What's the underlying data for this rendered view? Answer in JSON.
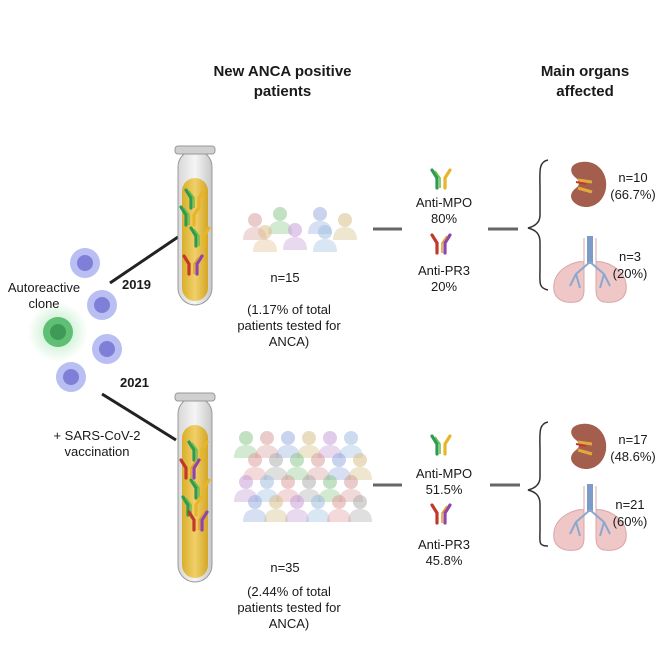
{
  "headers": {
    "new_anca": "New ANCA positive patients",
    "organs": "Main organs affected"
  },
  "left": {
    "clone_label": "Autoreactive clone",
    "vaccination_label": "+ SARS-CoV-2 vaccination"
  },
  "rows": [
    {
      "year": "2019",
      "n": "n=15",
      "pct_text": "(1.17% of total patients tested for ANCA)",
      "mpo_label": "Anti-MPO",
      "mpo_pct": "80%",
      "pr3_label": "Anti-PR3",
      "pr3_pct": "20%",
      "kidney_n": "n=10",
      "kidney_pct": "(66.7%)",
      "lung_n": "n=3",
      "lung_pct": "(20%)"
    },
    {
      "year": "2021",
      "n": "n=35",
      "pct_text": "(2.44% of total patients tested for ANCA)",
      "mpo_label": "Anti-MPO",
      "mpo_pct": "51.5%",
      "pr3_label": "Anti-PR3",
      "pr3_pct": "45.8%",
      "kidney_n": "n=17",
      "kidney_pct": "(48.6%)",
      "lung_n": "n=21",
      "lung_pct": "(60%)"
    }
  ],
  "colors": {
    "cell": "#b9bff2",
    "cell_nucleus": "#7f7fd8",
    "clone": "#5fbf74",
    "clone_glow": "#a8e6b4",
    "tube_fluid": "#e7c24a",
    "antibody_green": "#2e9b52",
    "antibody_red": "#c0392b",
    "kidney": "#a45e4e",
    "lung": "#efc7c7"
  }
}
